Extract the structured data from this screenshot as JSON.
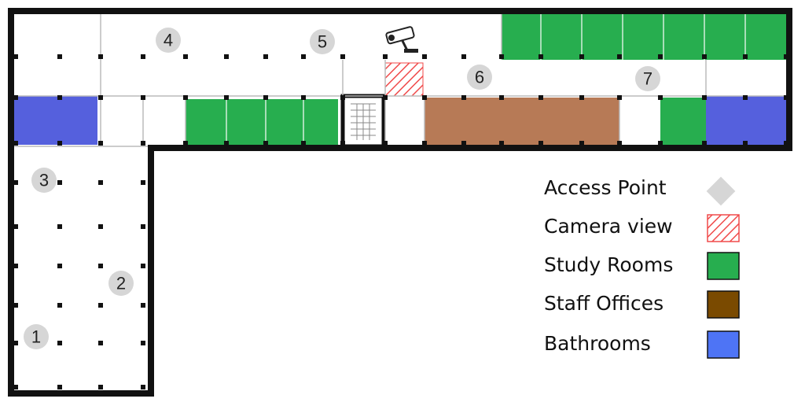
{
  "colors": {
    "study": "#27ae4f",
    "staff": "#b77a56",
    "staff_legend": "#7a4a00",
    "bathroom": "#5560dd",
    "bathroom_legend": "#4e74f5",
    "camera": "#f04a4a",
    "access_point": "#d6d6d6",
    "wall": "#111111"
  },
  "access_points": [
    {
      "label": "1"
    },
    {
      "label": "2"
    },
    {
      "label": "3"
    },
    {
      "label": "4"
    },
    {
      "label": "5"
    },
    {
      "label": "6"
    },
    {
      "label": "7"
    }
  ],
  "legend": {
    "access_point": "Access Point",
    "camera_view": "Camera view",
    "study_rooms": "Study Rooms",
    "staff_offices": "Staff Offices",
    "bathrooms": "Bathrooms"
  },
  "icons": {
    "camera": "security-camera-icon",
    "stairs": "stairs-icon"
  }
}
